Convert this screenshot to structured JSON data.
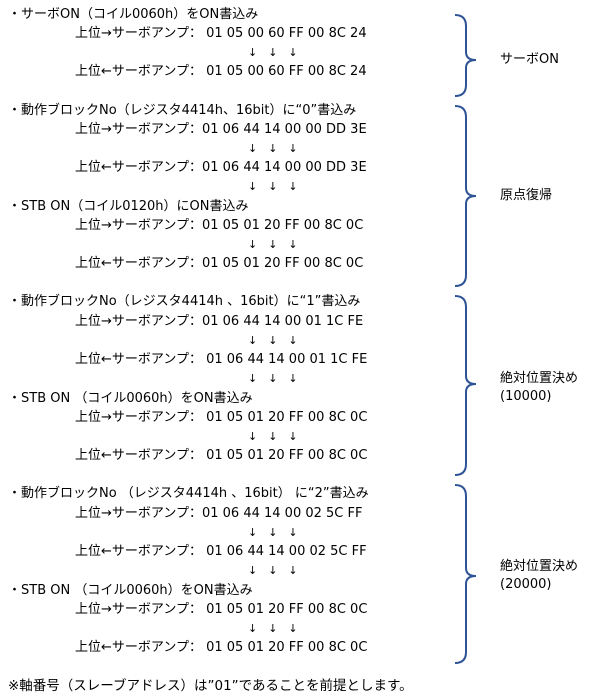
{
  "sections": [
    {
      "label": "サーボON",
      "lines": [
        {
          "type": "title",
          "text": "・サーボON（コイル0060h）をON書込み"
        },
        {
          "type": "cmd",
          "text": "上位→サーボアンプ： 01 05 00 60 FF 00 8C 24"
        },
        {
          "type": "arrow",
          "text": "↓　↓　↓"
        },
        {
          "type": "cmd",
          "text": "上位←サーボアンプ： 01 05 00 60 FF 00 8C 24"
        }
      ]
    },
    {
      "label": "原点復帰",
      "lines": [
        {
          "type": "title",
          "text": "・動作ブロックNo（レジスタ4414h、16bit）に“0”書込み"
        },
        {
          "type": "cmd",
          "text": "上位→サーボアンプ：01 06 44 14 00 00 DD 3E"
        },
        {
          "type": "arrow",
          "text": "↓　↓　↓"
        },
        {
          "type": "cmd",
          "text": "上位←サーボアンプ：01 06 44 14 00 00 DD 3E"
        },
        {
          "type": "arrow",
          "text": "↓　↓　↓"
        },
        {
          "type": "title",
          "text": "・STB ON（コイル0120h）にON書込み"
        },
        {
          "type": "cmd",
          "text": "上位→サーボアンプ：01 05 01 20 FF 00 8C 0C"
        },
        {
          "type": "arrow",
          "text": "↓　↓　↓"
        },
        {
          "type": "cmd",
          "text": "上位←サーボアンプ：01 05 01 20 FF 00 8C 0C"
        }
      ]
    },
    {
      "label": "絶対位置決め\n(10000)",
      "lines": [
        {
          "type": "title",
          "text": "・動作ブロックNo（レジスタ4414h 、16bit）に“1”書込み"
        },
        {
          "type": "cmd",
          "text": "上位→サーボアンプ：01 06 44 14 00 01 1C FE"
        },
        {
          "type": "arrow",
          "text": "↓　↓　↓"
        },
        {
          "type": "cmd",
          "text": "上位←サーボアンプ： 01 06 44 14 00 01 1C FE"
        },
        {
          "type": "arrow",
          "text": "↓　↓　↓"
        },
        {
          "type": "title",
          "text": "・STB ON （コイル0060h）をON書込み"
        },
        {
          "type": "cmd",
          "text": "上位→サーボアンプ： 01 05 01 20 FF 00 8C 0C"
        },
        {
          "type": "arrow",
          "text": "↓　↓　↓"
        },
        {
          "type": "cmd",
          "text": "上位←サーボアンプ： 01 05 01 20 FF 00 8C 0C"
        }
      ]
    },
    {
      "label": "絶対位置決め\n(20000)",
      "lines": [
        {
          "type": "title",
          "text": "・動作ブロックNo （レジスタ4414h 、16bit） に“2”書込み"
        },
        {
          "type": "cmd",
          "text": "上位→サーボアンプ：01 06 44 14 00 02 5C FF"
        },
        {
          "type": "arrow",
          "text": "↓　↓　↓"
        },
        {
          "type": "cmd",
          "text": "上位←サーボアンプ： 01 06 44 14 00 02 5C FF"
        },
        {
          "type": "arrow",
          "text": "↓　↓　↓"
        },
        {
          "type": "title",
          "text": "・STB ON （コイル0060h）をON書込み"
        },
        {
          "type": "cmd",
          "text": "上位→サーボアンプ： 01 05 01 20 FF 00 8C 0C"
        },
        {
          "type": "arrow",
          "text": "↓　↓　↓"
        },
        {
          "type": "cmd",
          "text": "上位←サーボアンプ： 01 05 01 20 FF 00 8C 0C"
        }
      ]
    }
  ],
  "footnote": "※軸番号（スレーブアドレス）は”01”であることを前提とします。"
}
